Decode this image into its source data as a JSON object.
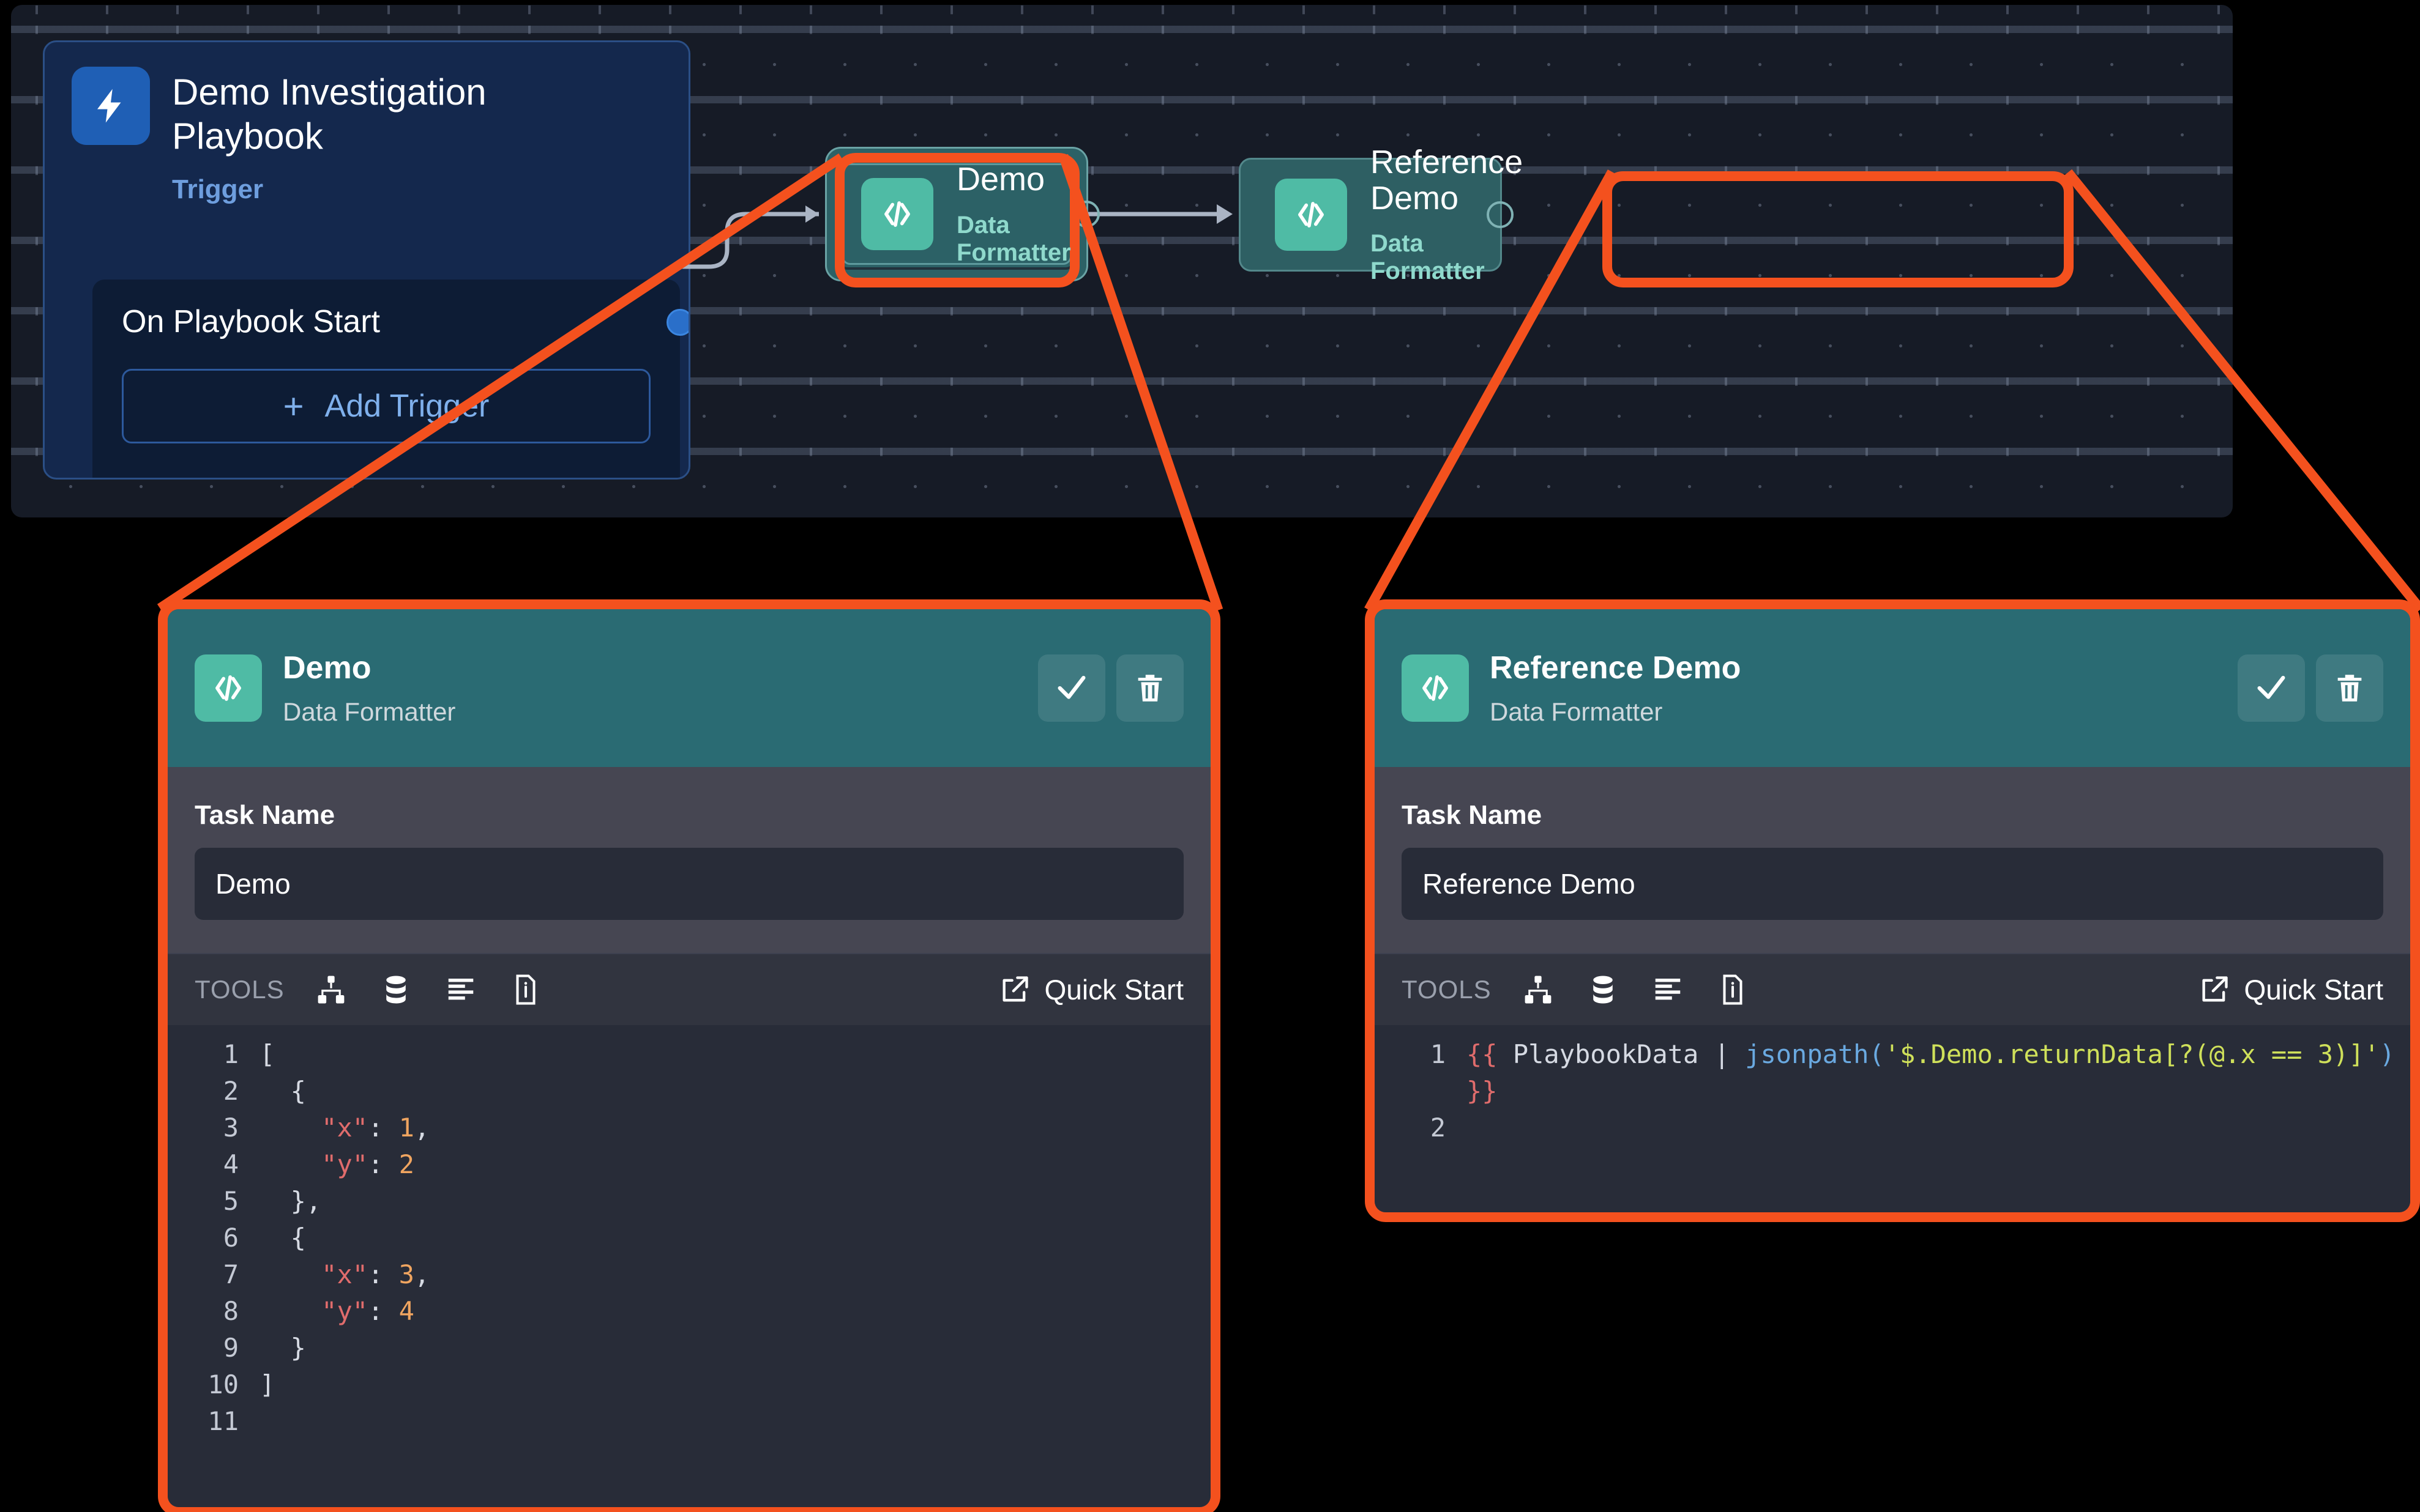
{
  "canvas": {
    "trigger": {
      "title": "Demo Investigation Playbook",
      "subtitle": "Trigger",
      "icon": "bolt-icon",
      "start_label": "On Playbook Start",
      "add_trigger_label": "Add Trigger",
      "add_trigger_plus": "+"
    },
    "nodes": [
      {
        "title": "Demo",
        "subtitle": "Data Formatter",
        "icon": "code-icon",
        "selected": true
      },
      {
        "title": "Reference Demo",
        "subtitle": "Data Formatter",
        "icon": "code-icon",
        "selected": false
      }
    ]
  },
  "colors": {
    "highlight": "#f4511e",
    "node_icon": "#4fbba5",
    "panel_header": "#2a6b73",
    "panel_body": "#464652",
    "editor_bg": "#282c38",
    "trigger_blue": "#1f5fb5"
  },
  "panels": [
    {
      "id": "demo",
      "header": {
        "title": "Demo",
        "subtitle": "Data Formatter",
        "icon": "code-icon",
        "confirm_icon": "check-icon",
        "delete_icon": "trash-icon"
      },
      "task_name_label": "Task Name",
      "task_name_value": "Demo",
      "toolbar": {
        "label": "TOOLS",
        "icons": [
          "sitemap-icon",
          "database-icon",
          "align-left-icon",
          "info-document-icon"
        ],
        "quick_start_label": "Quick Start",
        "quick_start_icon": "external-link-icon"
      },
      "code": {
        "lines": [
          {
            "n": "1",
            "tokens": [
              {
                "t": "[",
                "c": "punc"
              }
            ]
          },
          {
            "n": "2",
            "tokens": [
              {
                "t": "  {",
                "c": "punc"
              }
            ]
          },
          {
            "n": "3",
            "tokens": [
              {
                "t": "    ",
                "c": "plain"
              },
              {
                "t": "\"x\"",
                "c": "key"
              },
              {
                "t": ": ",
                "c": "punc"
              },
              {
                "t": "1",
                "c": "num"
              },
              {
                "t": ",",
                "c": "punc"
              }
            ]
          },
          {
            "n": "4",
            "tokens": [
              {
                "t": "    ",
                "c": "plain"
              },
              {
                "t": "\"y\"",
                "c": "key"
              },
              {
                "t": ": ",
                "c": "punc"
              },
              {
                "t": "2",
                "c": "num"
              }
            ]
          },
          {
            "n": "5",
            "tokens": [
              {
                "t": "  },",
                "c": "punc"
              }
            ]
          },
          {
            "n": "6",
            "tokens": [
              {
                "t": "  {",
                "c": "punc"
              }
            ]
          },
          {
            "n": "7",
            "tokens": [
              {
                "t": "    ",
                "c": "plain"
              },
              {
                "t": "\"x\"",
                "c": "key"
              },
              {
                "t": ": ",
                "c": "punc"
              },
              {
                "t": "3",
                "c": "num"
              },
              {
                "t": ",",
                "c": "punc"
              }
            ]
          },
          {
            "n": "8",
            "tokens": [
              {
                "t": "    ",
                "c": "plain"
              },
              {
                "t": "\"y\"",
                "c": "key"
              },
              {
                "t": ": ",
                "c": "punc"
              },
              {
                "t": "4",
                "c": "num"
              }
            ]
          },
          {
            "n": "9",
            "tokens": [
              {
                "t": "  }",
                "c": "punc"
              }
            ]
          },
          {
            "n": "10",
            "tokens": [
              {
                "t": "]",
                "c": "punc"
              }
            ]
          },
          {
            "n": "11",
            "tokens": [
              {
                "t": "",
                "c": "plain"
              }
            ]
          }
        ],
        "plain_text": "[\n  {\n    \"x\": 1,\n    \"y\": 2\n  },\n  {\n    \"x\": 3,\n    \"y\": 4\n  }\n]\n"
      }
    },
    {
      "id": "reference-demo",
      "header": {
        "title": "Reference Demo",
        "subtitle": "Data Formatter",
        "icon": "code-icon",
        "confirm_icon": "check-icon",
        "delete_icon": "trash-icon"
      },
      "task_name_label": "Task Name",
      "task_name_value": "Reference Demo",
      "toolbar": {
        "label": "TOOLS",
        "icons": [
          "sitemap-icon",
          "database-icon",
          "align-left-icon",
          "info-document-icon"
        ],
        "quick_start_label": "Quick Start",
        "quick_start_icon": "external-link-icon"
      },
      "code": {
        "lines": [
          {
            "n": "1",
            "tokens": [
              {
                "t": "{{",
                "c": "brace"
              },
              {
                "t": " PlaybookData ",
                "c": "plain"
              },
              {
                "t": "| ",
                "c": "punc"
              },
              {
                "t": "jsonpath(",
                "c": "fn"
              },
              {
                "t": "'$.Demo.returnData[?(@.x == 3)]'",
                "c": "str"
              },
              {
                "t": ")",
                "c": "fn"
              },
              {
                "t": " ",
                "c": "plain"
              },
              {
                "t": "}}",
                "c": "brace"
              }
            ]
          },
          {
            "n": "2",
            "tokens": [
              {
                "t": "",
                "c": "plain"
              }
            ]
          }
        ],
        "plain_text": "{{ PlaybookData | jsonpath('$.Demo.returnData[?(@.x == 3)]') }}\n"
      }
    }
  ]
}
